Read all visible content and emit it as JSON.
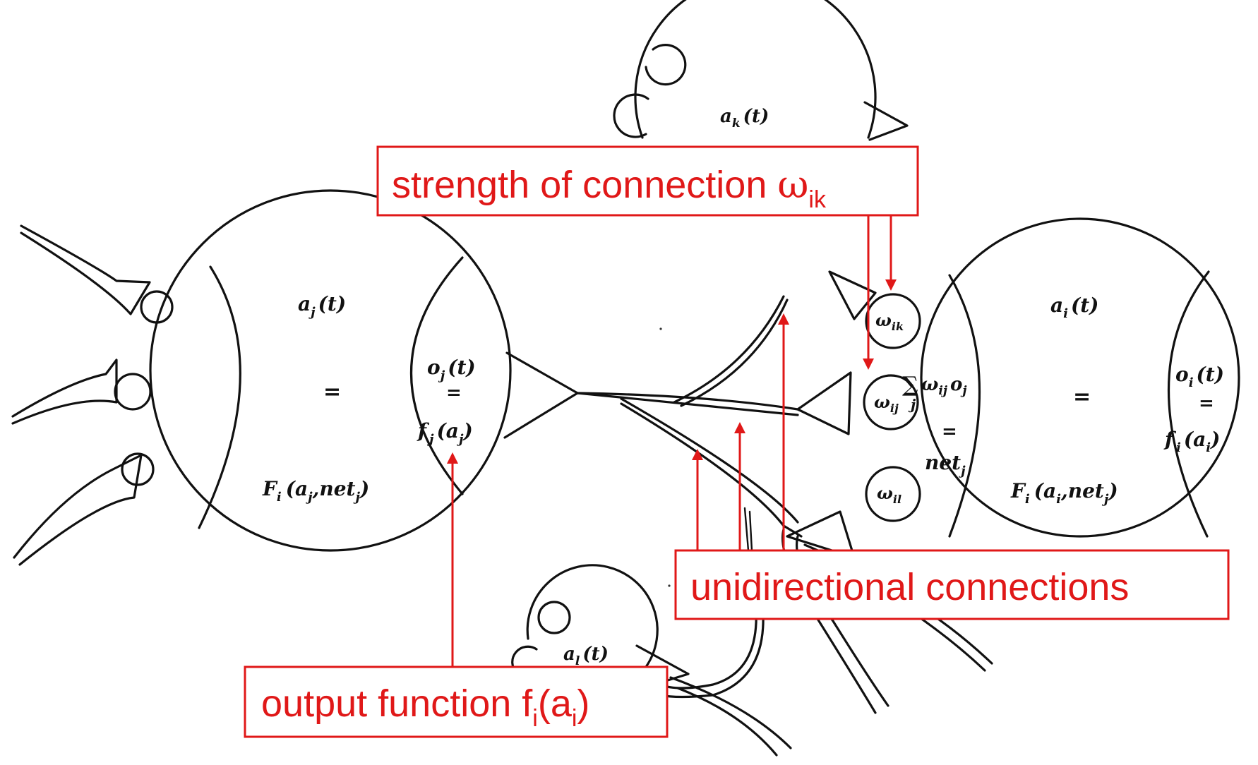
{
  "neurons": {
    "k": {
      "activation": "a",
      "activation_sub": "k",
      "activation_arg": "(t)"
    },
    "j": {
      "activation": "a",
      "activation_sub": "j",
      "activation_arg": "(t)",
      "equals": "=",
      "update_fn": "F",
      "update_fn_sub": "i",
      "update_args": "(a",
      "update_args_sub": "j",
      "update_args_rest": ",net",
      "update_args_rest_sub": "j",
      "update_close": ")",
      "output": "o",
      "output_sub": "j",
      "output_arg": "(t)",
      "output_eq": "=",
      "output_fn": "f",
      "output_fn_sub": "j",
      "output_fn_arg": "(a",
      "output_fn_arg_sub": "j",
      "output_fn_close": ")"
    },
    "i": {
      "activation": "a",
      "activation_sub": "i",
      "activation_arg": "(t)",
      "equals": "=",
      "update_fn": "F",
      "update_fn_sub": "i",
      "update_args": "(a",
      "update_args_sub": "i",
      "update_args_rest": ",net",
      "update_args_rest_sub": "j",
      "update_close": ")",
      "output": "o",
      "output_sub": "i",
      "output_arg": "(t)",
      "output_eq": "=",
      "output_fn": "f",
      "output_fn_sub": "i",
      "output_fn_arg": "(a",
      "output_fn_arg_sub": "i",
      "output_fn_close": ")",
      "sum_symbol": "∑",
      "sum_term": "ω",
      "sum_term_sub": "ij",
      "sum_o": "o",
      "sum_o_sub": "j",
      "sum_index": "j",
      "net_eq": "=",
      "net": "net",
      "net_sub": "j"
    },
    "l": {
      "activation": "a",
      "activation_sub": "l",
      "activation_arg": "(t)"
    }
  },
  "synapses": [
    {
      "symbol": "ω",
      "sub": "ik"
    },
    {
      "symbol": "ω",
      "sub": "ij"
    },
    {
      "symbol": "ω",
      "sub": "il"
    }
  ],
  "callouts": {
    "strength": {
      "text": "strength of connection ",
      "symbol": "ω",
      "symbol_sub": "ik"
    },
    "unidirectional": {
      "text": "unidirectional connections"
    },
    "output_function": {
      "text": "output function f",
      "sub1": "i",
      "paren": "(a",
      "sub2": "i",
      "close": ")"
    }
  },
  "colors": {
    "callout": "#e01818",
    "ink": "#111111",
    "background": "#ffffff"
  }
}
